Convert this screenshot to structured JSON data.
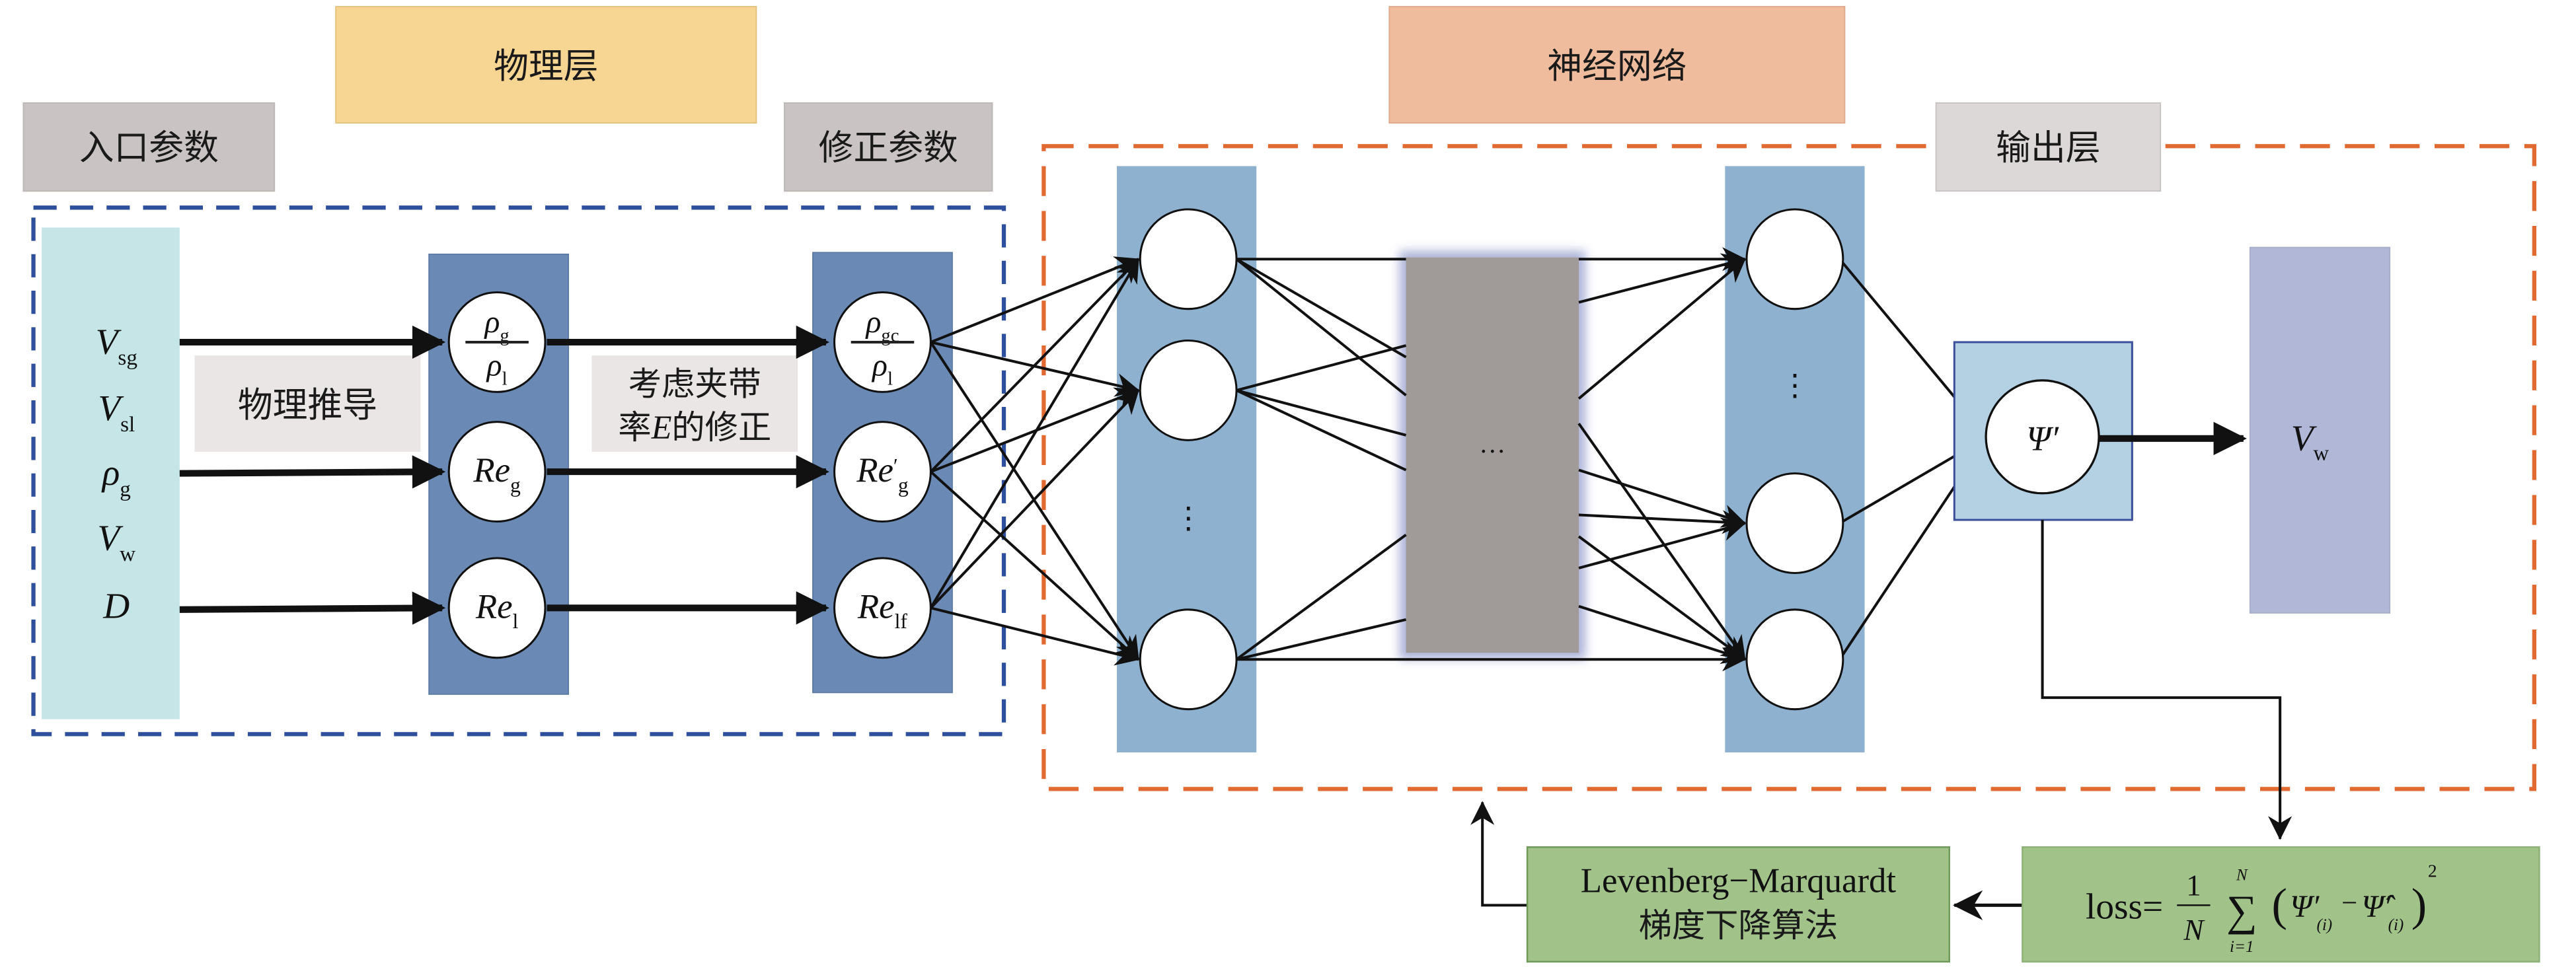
{
  "labels": {
    "input_params": "入口参数",
    "physics_layer": "物理层",
    "corrected_params": "修正参数",
    "neural_network": "神经网络",
    "output_layer": "输出层",
    "physical_derivation": "物理推导",
    "holdup_correction_line1": "考虑夹带",
    "holdup_correction_line2_pre": "率",
    "holdup_correction_line2_var": "E",
    "holdup_correction_line2_post": "的修正",
    "nn_hidden_ellipsis": "···",
    "layer_vdots": "⋮",
    "optimizer_line1": "Levenberg−Marquardt",
    "optimizer_line2": "梯度下降算法"
  },
  "inputs": [
    {
      "sym": "V",
      "sub": "sg"
    },
    {
      "sym": "V",
      "sub": "sl"
    },
    {
      "sym": "ρ",
      "sub": "g"
    },
    {
      "sym": "V",
      "sub": "w"
    },
    {
      "sym": "D",
      "sub": ""
    }
  ],
  "physics_nodes": [
    {
      "type": "fraction",
      "num_sym": "ρ",
      "num_sub": "g",
      "den_sym": "ρ",
      "den_sub": "l"
    },
    {
      "type": "symbol",
      "sym": "Re",
      "sub": "g",
      "prime": ""
    },
    {
      "type": "symbol",
      "sym": "Re",
      "sub": "l",
      "prime": ""
    }
  ],
  "corrected_nodes": [
    {
      "type": "fraction",
      "num_sym": "ρ",
      "num_sub": "gc",
      "den_sym": "ρ",
      "den_sub": "l"
    },
    {
      "type": "symbol",
      "sym": "Re",
      "sub": "g",
      "prime": "′"
    },
    {
      "type": "symbol",
      "sym": "Re",
      "sub": "lf",
      "prime": ""
    }
  ],
  "output_node": {
    "sym": "Ψ′"
  },
  "output_value": {
    "sym": "V",
    "sub": "w"
  },
  "loss": {
    "lhs": "loss=",
    "frac_num": "1",
    "frac_den": "N",
    "sum_sym": "∑",
    "sum_upper": "N",
    "sum_lower": "i=1",
    "term1": "Ψ′",
    "term1_sub": "(i)",
    "minus": "−",
    "term2": "Ψ̂′",
    "term2_sub": "(i)",
    "power": "2"
  },
  "colors": {
    "label_gray": "#c9c4c3",
    "label_yellow": "#f7d592",
    "label_orange": "#f0bc9e",
    "input_column": "#c5e5e7",
    "physics_column": "#6a89b4",
    "nn_column": "#8fb1d0",
    "hidden_block": "#a09b99",
    "output_box": "#b4d1e4",
    "vw_box": "#b1b7d7",
    "green_box": "#a1c38a",
    "blue_dash": "#2e4f9b",
    "orange_dash": "#e06a32"
  }
}
